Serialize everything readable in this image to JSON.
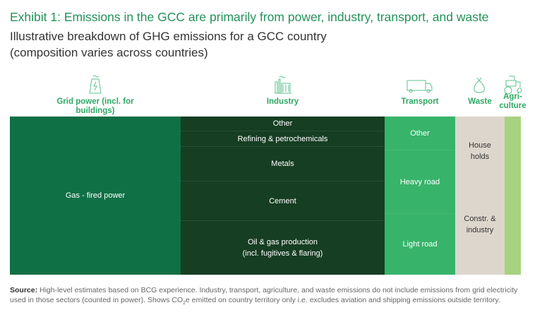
{
  "title": "Exhibit 1: Emissions in the GCC are primarily from power, industry, transport, and waste",
  "subtitle_line1": "Illustrative breakdown of GHG emissions for a GCC country",
  "subtitle_line2": "(composition varies across countries)",
  "source_label": "Source:",
  "source_text_1": " High-level estimates based on BCG experience. Industry, transport, agriculture, and waste emissions do not include emissions from grid electricity used in those sectors (counted in power). Shows CO",
  "source_sub": "2",
  "source_text_2": "e emitted on country territory only i.e. excludes aviation and shipping emissions outside territory.",
  "chart_data": {
    "type": "mekko",
    "title": "Illustrative breakdown of GHG emissions for a GCC country",
    "units": "share of total (illustrative, approximate)",
    "columns": [
      {
        "name": "Grid power (incl. for buildings)",
        "icon": "power-plant-icon",
        "color": "#0f7046",
        "text_color": "#ffffff",
        "share": 33.4,
        "segments": [
          {
            "label": "Gas - fired power",
            "share": 100
          }
        ]
      },
      {
        "name": "Industry",
        "icon": "factory-icon",
        "color": "#163e22",
        "text_color": "#ffffff",
        "share": 39.9,
        "segments": [
          {
            "label": "Other",
            "share": 9
          },
          {
            "label": "Refining & petrochemicals",
            "share": 10
          },
          {
            "label": "Metals",
            "share": 22
          },
          {
            "label": "Cement",
            "share": 25
          },
          {
            "label": "Oil & gas production\n(incl. fugitives & flaring)",
            "share": 34
          }
        ]
      },
      {
        "name": "Transport",
        "icon": "truck-icon",
        "color": "#37b46a",
        "text_color": "#ffffff",
        "share": 13.8,
        "segments": [
          {
            "label": "Other",
            "share": 21
          },
          {
            "label": "Heavy road",
            "share": 40
          },
          {
            "label": "Light road",
            "share": 39
          }
        ]
      },
      {
        "name": "Waste",
        "icon": "waste-bag-icon",
        "color": "#ddd6cc",
        "text_color": "#333333",
        "share": 9.6,
        "segments": [
          {
            "label": "House\nholds",
            "share": 50
          },
          {
            "label": "Constr. &\nindustry",
            "share": 50
          }
        ]
      },
      {
        "name": "Agri-\nculture",
        "icon": "tractor-icon",
        "color": "#a7d27f",
        "text_color": "#333333",
        "share": 3.3,
        "segments": [
          {
            "label": "",
            "share": 100
          }
        ]
      }
    ]
  }
}
